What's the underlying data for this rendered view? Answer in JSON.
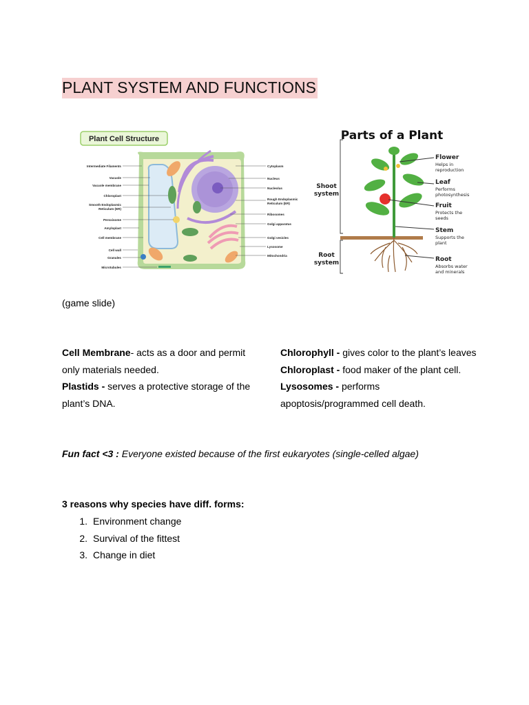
{
  "title": "PLANT SYSTEM AND FUNCTIONS",
  "cell_figure": {
    "heading": "Plant Cell Structure",
    "left_labels": [
      "Intermediate Filaments",
      "Vacuole",
      "Vacuole membrane",
      "Chloroplast",
      "Smooth Endoplasmic",
      "Reticulum (ER)",
      "Peroxisome",
      "Amyloplast",
      "Cell membrane",
      "Cell wall",
      "Granules",
      "Microtubules"
    ],
    "right_labels": [
      "Cytoplasm",
      "Nucleus",
      "Nucleolus",
      "Rough Endoplasmic",
      "Reticulum (ER)",
      "Ribosomes",
      "Golgi apparatus",
      "Golgi vesicles",
      "Lysosome",
      "Mitochondria"
    ]
  },
  "plant_figure": {
    "heading": "Parts of a Plant",
    "shoot": [
      "Shoot",
      "system"
    ],
    "root": [
      "Root",
      "system"
    ],
    "parts": [
      {
        "name": "Flower",
        "desc": [
          "Helps in",
          "reproduction"
        ]
      },
      {
        "name": "Leaf",
        "desc": [
          "Performs",
          "photosynthesis"
        ]
      },
      {
        "name": "Fruit",
        "desc": [
          "Protects the",
          "seeds"
        ]
      },
      {
        "name": "Stem",
        "desc": [
          "Supports the",
          "plant"
        ]
      },
      {
        "name": "Root",
        "desc": [
          "Absorbs water",
          "and minerals"
        ]
      }
    ]
  },
  "note": "(game slide)",
  "definitions_left": [
    {
      "term": "Cell Membrane",
      "text": "- acts as a door and permit only materials needed."
    },
    {
      "term": "Plastids - ",
      "text": " serves  a protective storage of the plant’s DNA."
    }
  ],
  "definitions_right": [
    {
      "term": "Chlorophyll - ",
      "text": "gives color to the plant’s leaves"
    },
    {
      "term": "Chloroplast - ",
      "text": " food maker of the plant cell."
    },
    {
      "term": "Lysosomes - ",
      "text": "performs apoptosis/programmed cell death."
    }
  ],
  "fun_fact": {
    "label": "Fun fact <3 :",
    "text": " Everyone existed because of the first eukaryotes (single-celled algae)"
  },
  "reasons": {
    "heading": "3 reasons why species have diff. forms:",
    "items": [
      "Environment change",
      "Survival of the fittest",
      "Change in diet"
    ]
  }
}
